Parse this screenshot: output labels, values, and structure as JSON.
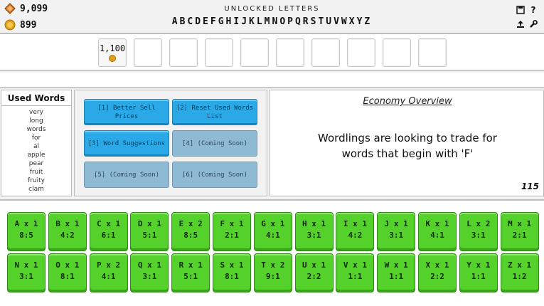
{
  "top": {
    "gems": "9,099",
    "coins": "899",
    "unlock_title": "UNLOCKED LETTERS",
    "unlock_letters": "ABCDEFGHIJKLMNOPQRSTUVWXYZ",
    "icons": [
      "save-icon",
      "help-icon",
      "upload-icon",
      "wrench-icon"
    ]
  },
  "slots": {
    "price": "1,100",
    "empty_count": 9
  },
  "used_words": {
    "title": "Used Words",
    "items": [
      "very",
      "long",
      "words",
      "for",
      "al",
      "apple",
      "pear",
      "fruit",
      "fruity",
      "clam"
    ]
  },
  "actions": [
    {
      "label": "[1] Better Sell Prices",
      "enabled": true
    },
    {
      "label": "[2] Reset Used Words List",
      "enabled": true
    },
    {
      "label": "[3] Word Suggestions",
      "enabled": true
    },
    {
      "label": "[4] (Coming Soon)",
      "enabled": false
    },
    {
      "label": "[5] (Coming Soon)",
      "enabled": false
    },
    {
      "label": "[6] (Coming Soon)",
      "enabled": false
    }
  ],
  "economy": {
    "title": "Economy Overview",
    "message_line1": "Wordlings are looking to trade for",
    "message_line2": "words that begin with 'F'",
    "count": "115"
  },
  "tiles": [
    {
      "letter": "A",
      "count": "1",
      "stats": "8:5"
    },
    {
      "letter": "B",
      "count": "1",
      "stats": "4:2"
    },
    {
      "letter": "C",
      "count": "1",
      "stats": "6:1"
    },
    {
      "letter": "D",
      "count": "1",
      "stats": "5:1"
    },
    {
      "letter": "E",
      "count": "2",
      "stats": "8:5"
    },
    {
      "letter": "F",
      "count": "1",
      "stats": "2:1"
    },
    {
      "letter": "G",
      "count": "1",
      "stats": "4:1"
    },
    {
      "letter": "H",
      "count": "1",
      "stats": "3:1"
    },
    {
      "letter": "I",
      "count": "1",
      "stats": "4:2"
    },
    {
      "letter": "J",
      "count": "1",
      "stats": "3:1"
    },
    {
      "letter": "K",
      "count": "1",
      "stats": "4:1"
    },
    {
      "letter": "L",
      "count": "2",
      "stats": "3:1"
    },
    {
      "letter": "M",
      "count": "1",
      "stats": "2:1"
    },
    {
      "letter": "N",
      "count": "1",
      "stats": "3:1"
    },
    {
      "letter": "O",
      "count": "1",
      "stats": "8:1"
    },
    {
      "letter": "P",
      "count": "2",
      "stats": "4:1"
    },
    {
      "letter": "Q",
      "count": "1",
      "stats": "3:1"
    },
    {
      "letter": "R",
      "count": "1",
      "stats": "5:1"
    },
    {
      "letter": "S",
      "count": "1",
      "stats": "8:1"
    },
    {
      "letter": "T",
      "count": "2",
      "stats": "9:1"
    },
    {
      "letter": "U",
      "count": "1",
      "stats": "2:2"
    },
    {
      "letter": "V",
      "count": "1",
      "stats": "1:1"
    },
    {
      "letter": "W",
      "count": "1",
      "stats": "1:1"
    },
    {
      "letter": "X",
      "count": "1",
      "stats": "2:2"
    },
    {
      "letter": "Y",
      "count": "1",
      "stats": "1:1"
    },
    {
      "letter": "Z",
      "count": "1",
      "stats": "1:2"
    }
  ]
}
